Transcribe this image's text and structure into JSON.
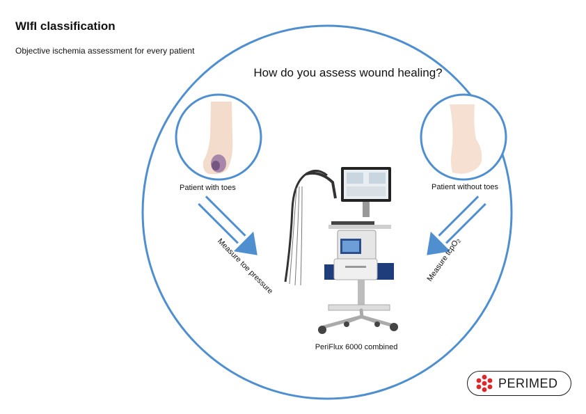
{
  "header": {
    "title": "WIfI classification",
    "subtitle": "Objective ischemia assessment for every patient"
  },
  "diagram": {
    "question": "How do you assess wound healing?",
    "left_label": "Patient with toes",
    "right_label": "Patient without toes",
    "left_arrow_label": "Measure toe pressure",
    "right_arrow_label_main": "Measure tcpO",
    "right_arrow_label_sub": "2",
    "device_label": "PeriFlux 6000 combined"
  },
  "logo": {
    "text": "PERIMED"
  },
  "colors": {
    "accent_blue": "#4f8fd0",
    "logo_red": "#e0262b",
    "skin": "#f3dccc",
    "bruise": "#8e6a9e"
  }
}
